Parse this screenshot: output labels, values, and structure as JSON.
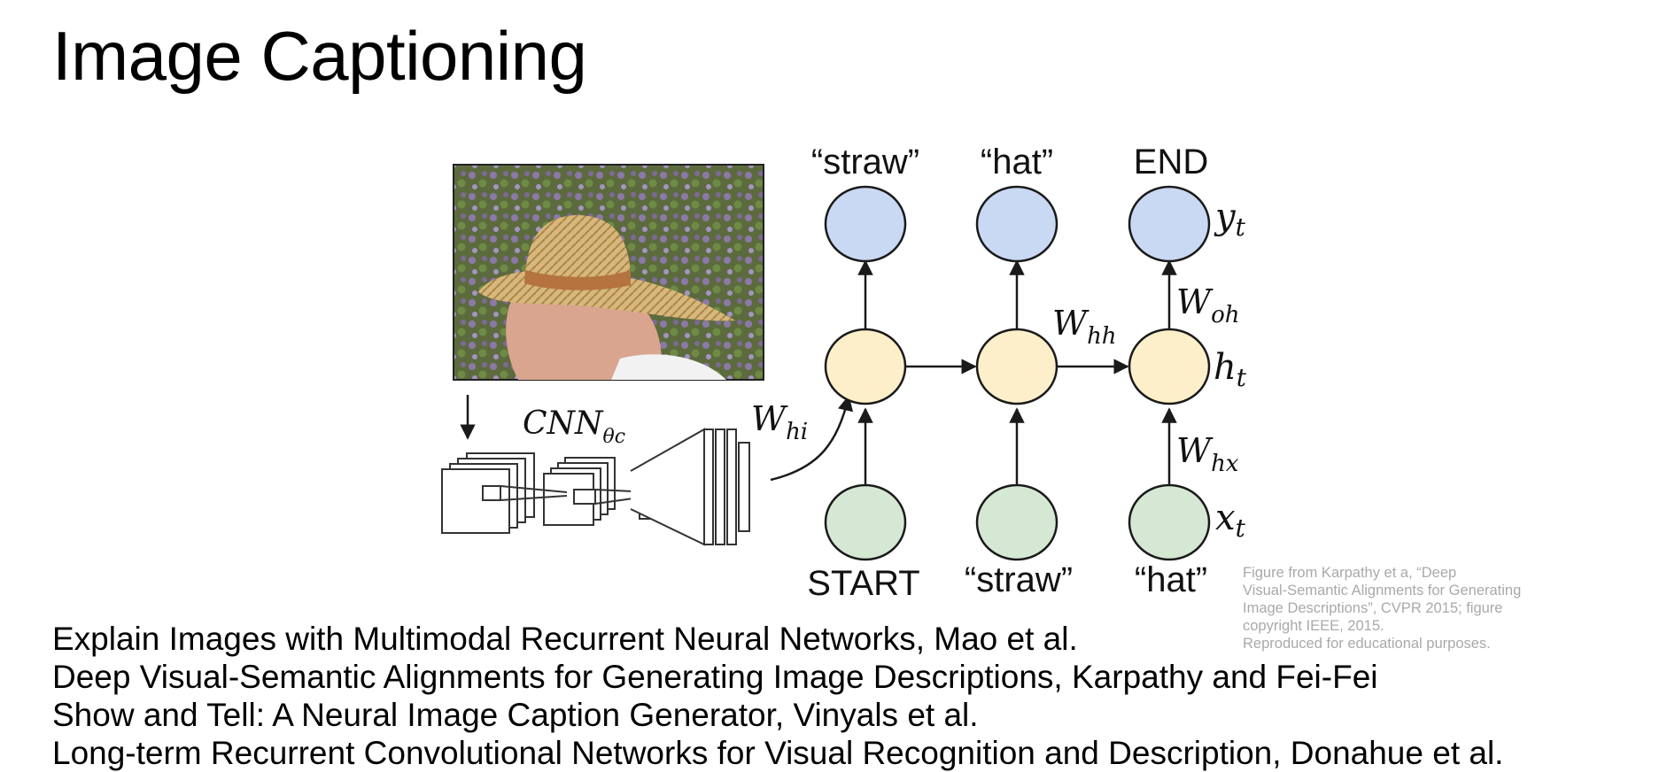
{
  "page": {
    "title": "Image Captioning"
  },
  "diagram": {
    "output_labels": [
      "“straw”",
      "“hat”",
      "END"
    ],
    "input_labels": [
      "START",
      "“straw”",
      "“hat”"
    ],
    "cnn_label": "CNN",
    "cnn_subscript": "θc",
    "weights": {
      "w_hi": {
        "base": "W",
        "sub": "hi"
      },
      "w_hh": {
        "base": "W",
        "sub": "hh"
      },
      "w_oh": {
        "base": "W",
        "sub": "oh"
      },
      "w_hx": {
        "base": "W",
        "sub": "hx"
      }
    },
    "row_labels": {
      "y": {
        "base": "y",
        "sub": "t"
      },
      "h": {
        "base": "h",
        "sub": "t"
      },
      "x": {
        "base": "x",
        "sub": "t"
      }
    },
    "colors": {
      "output_node": "#c9d9f4",
      "hidden_node": "#fdefca",
      "input_node": "#d5e8d3",
      "stroke": "#1a1a1a"
    }
  },
  "credit": {
    "lines": [
      "Figure from Karpathy et a, “Deep",
      "Visual-Semantic Alignments for Generating",
      "Image Descriptions”, CVPR 2015; figure",
      "copyright IEEE, 2015.",
      "Reproduced for educational purposes."
    ]
  },
  "references": [
    "Explain Images with Multimodal Recurrent Neural Networks, Mao et al.",
    "Deep Visual-Semantic Alignments for Generating Image Descriptions, Karpathy and Fei-Fei",
    "Show and Tell: A Neural Image Caption Generator, Vinyals et al.",
    "Long-term Recurrent Convolutional Networks for Visual Recognition and Description, Donahue et al."
  ]
}
